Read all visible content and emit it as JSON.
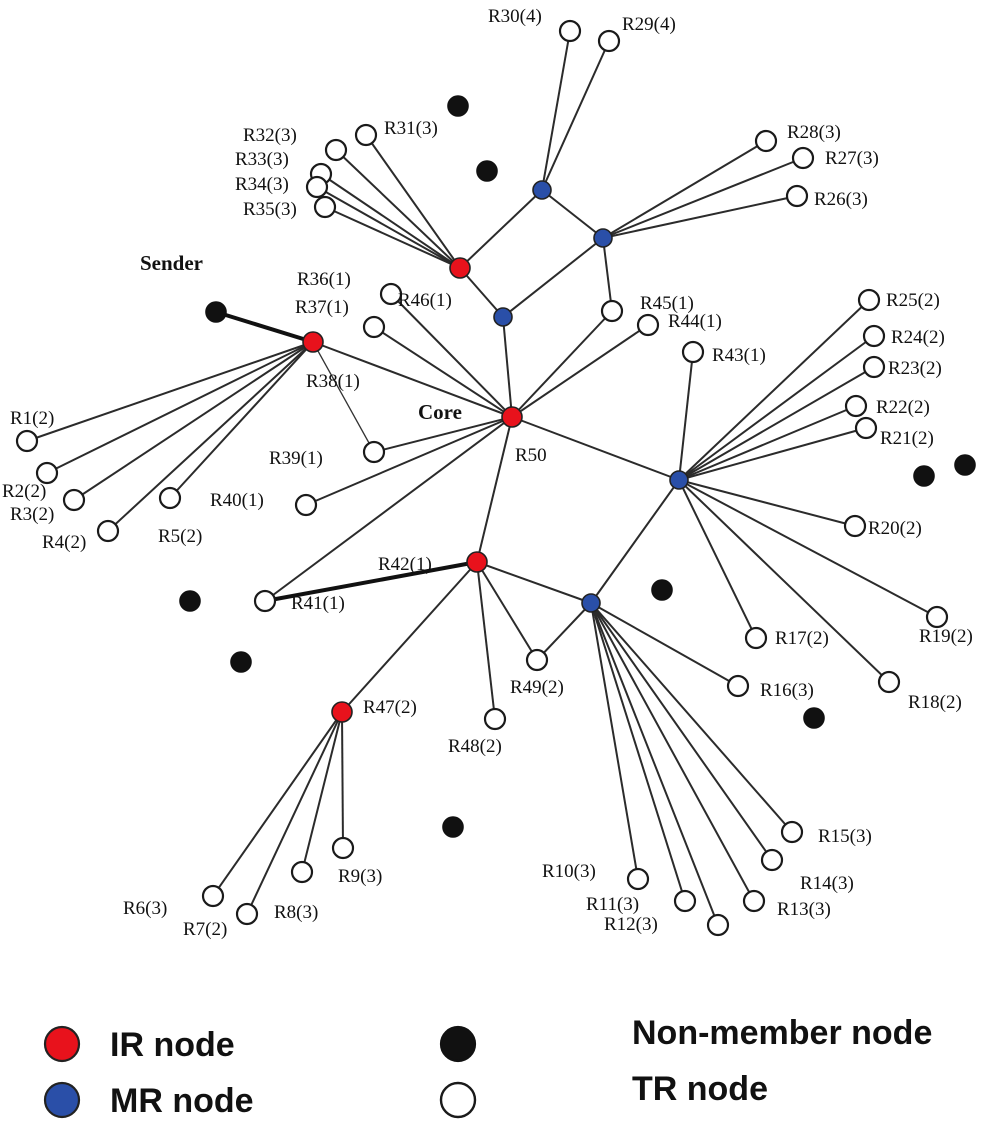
{
  "diagram": {
    "node_types": {
      "IR": {
        "fill": "#e8121c",
        "stroke": "#222222"
      },
      "MR": {
        "fill": "#2a4fa8",
        "stroke": "#222222"
      },
      "NM": {
        "fill": "#111111",
        "stroke": "#111111"
      },
      "TR": {
        "fill": "#ffffff",
        "stroke": "#1a1a1a"
      }
    },
    "nodes": [
      {
        "id": "sender",
        "label": "Sender",
        "type": "NM"
      },
      {
        "id": "core",
        "label": "R50",
        "caption": "Core",
        "type": "IR"
      },
      {
        "id": "ir-r38",
        "label": "",
        "type": "IR"
      },
      {
        "id": "ir-top",
        "label": "",
        "type": "IR"
      },
      {
        "id": "ir-r42",
        "label": "R42(1)",
        "type": "IR"
      },
      {
        "id": "ir-r47",
        "label": "R47(2)",
        "type": "IR"
      },
      {
        "id": "mr-r30",
        "label": "",
        "type": "MR"
      },
      {
        "id": "mr-r26",
        "label": "",
        "type": "MR"
      },
      {
        "id": "mr-r46",
        "label": "",
        "type": "MR"
      },
      {
        "id": "mr-r21",
        "label": "",
        "type": "MR"
      },
      {
        "id": "mr-r49",
        "label": "",
        "type": "MR"
      },
      {
        "id": "R1",
        "label": "R1(2)",
        "type": "TR"
      },
      {
        "id": "R2",
        "label": "R2(2)",
        "type": "TR"
      },
      {
        "id": "R3",
        "label": "R3(2)",
        "type": "TR"
      },
      {
        "id": "R4",
        "label": "R4(2)",
        "type": "TR"
      },
      {
        "id": "R5",
        "label": "R5(2)",
        "type": "TR"
      },
      {
        "id": "R6",
        "label": "R6(3)",
        "type": "TR"
      },
      {
        "id": "R7",
        "label": "R7(2)",
        "type": "TR"
      },
      {
        "id": "R8",
        "label": "R8(3)",
        "type": "TR"
      },
      {
        "id": "R9",
        "label": "R9(3)",
        "type": "TR"
      },
      {
        "id": "R10",
        "label": "R10(3)",
        "type": "TR"
      },
      {
        "id": "R11",
        "label": "R11(3)",
        "type": "TR"
      },
      {
        "id": "R12",
        "label": "R12(3)",
        "type": "TR"
      },
      {
        "id": "R13",
        "label": "R13(3)",
        "type": "TR"
      },
      {
        "id": "R14",
        "label": "R14(3)",
        "type": "TR"
      },
      {
        "id": "R15",
        "label": "R15(3)",
        "type": "TR"
      },
      {
        "id": "R16",
        "label": "R16(3)",
        "type": "TR"
      },
      {
        "id": "R17",
        "label": "R17(2)",
        "type": "TR"
      },
      {
        "id": "R18",
        "label": "R18(2)",
        "type": "TR"
      },
      {
        "id": "R19",
        "label": "R19(2)",
        "type": "TR"
      },
      {
        "id": "R20",
        "label": "R20(2)",
        "type": "TR"
      },
      {
        "id": "R21",
        "label": "R21(2)",
        "type": "TR"
      },
      {
        "id": "R22",
        "label": "R22(2)",
        "type": "TR"
      },
      {
        "id": "R23",
        "label": "R23(2)",
        "type": "TR"
      },
      {
        "id": "R24",
        "label": "R24(2)",
        "type": "TR"
      },
      {
        "id": "R25",
        "label": "R25(2)",
        "type": "TR"
      },
      {
        "id": "R26",
        "label": "R26(3)",
        "type": "TR"
      },
      {
        "id": "R27",
        "label": "R27(3)",
        "type": "TR"
      },
      {
        "id": "R28",
        "label": "R28(3)",
        "type": "TR"
      },
      {
        "id": "R29",
        "label": "R29(4)",
        "type": "TR"
      },
      {
        "id": "R30",
        "label": "R30(4)",
        "type": "TR"
      },
      {
        "id": "R31",
        "label": "R31(3)",
        "type": "TR"
      },
      {
        "id": "R32",
        "label": "R32(3)",
        "type": "TR"
      },
      {
        "id": "R33",
        "label": "R33(3)",
        "type": "TR"
      },
      {
        "id": "R34",
        "label": "R34(3)",
        "type": "TR"
      },
      {
        "id": "R35",
        "label": "R35(3)",
        "type": "TR"
      },
      {
        "id": "R36",
        "label": "R36(1)",
        "type": "TR"
      },
      {
        "id": "R37",
        "label": "R37(1)",
        "type": "TR"
      },
      {
        "id": "R38",
        "label": "R38(1)",
        "type": "TR"
      },
      {
        "id": "R39",
        "label": "R39(1)",
        "type": "TR"
      },
      {
        "id": "R40",
        "label": "R40(1)",
        "type": "TR"
      },
      {
        "id": "R41",
        "label": "R41(1)",
        "type": "TR"
      },
      {
        "id": "R43",
        "label": "R43(1)",
        "type": "TR"
      },
      {
        "id": "R44",
        "label": "R44(1)",
        "type": "TR"
      },
      {
        "id": "R45",
        "label": "R45(1)",
        "type": "TR"
      },
      {
        "id": "R46",
        "label": "R46(1)",
        "type": "TR"
      },
      {
        "id": "R48",
        "label": "R48(2)",
        "type": "TR"
      },
      {
        "id": "R49",
        "label": "R49(2)",
        "type": "TR"
      },
      {
        "id": "nm1",
        "label": "",
        "type": "NM"
      },
      {
        "id": "nm2",
        "label": "",
        "type": "NM"
      },
      {
        "id": "nm3",
        "label": "",
        "type": "NM"
      },
      {
        "id": "nm4",
        "label": "",
        "type": "NM"
      },
      {
        "id": "nm5",
        "label": "",
        "type": "NM"
      },
      {
        "id": "nm6",
        "label": "",
        "type": "NM"
      },
      {
        "id": "nm7",
        "label": "",
        "type": "NM"
      },
      {
        "id": "nm8",
        "label": "",
        "type": "NM"
      },
      {
        "id": "nm9",
        "label": "",
        "type": "NM"
      },
      {
        "id": "nm10",
        "label": "",
        "type": "NM"
      }
    ],
    "edges": [
      [
        "sender",
        "ir-r38"
      ],
      [
        "ir-r38",
        "core"
      ],
      [
        "ir-r38",
        "R1"
      ],
      [
        "ir-r38",
        "R2"
      ],
      [
        "ir-r38",
        "R3"
      ],
      [
        "ir-r38",
        "R4"
      ],
      [
        "ir-r38",
        "R5"
      ],
      [
        "ir-r38",
        "R39"
      ],
      [
        "core",
        "R36"
      ],
      [
        "core",
        "R37"
      ],
      [
        "core",
        "R39"
      ],
      [
        "core",
        "R40"
      ],
      [
        "core",
        "R41"
      ],
      [
        "core",
        "R45"
      ],
      [
        "core",
        "R44"
      ],
      [
        "core",
        "mr-r21"
      ],
      [
        "core",
        "ir-r42"
      ],
      [
        "core",
        "mr-r46"
      ],
      [
        "mr-r46",
        "ir-top"
      ],
      [
        "mr-r46",
        "mr-r26"
      ],
      [
        "ir-top",
        "R31"
      ],
      [
        "ir-top",
        "R32"
      ],
      [
        "ir-top",
        "R33"
      ],
      [
        "ir-top",
        "R34"
      ],
      [
        "ir-top",
        "R35"
      ],
      [
        "ir-top",
        "mr-r30"
      ],
      [
        "mr-r30",
        "R30"
      ],
      [
        "mr-r30",
        "R29"
      ],
      [
        "mr-r30",
        "mr-r26"
      ],
      [
        "mr-r26",
        "R28"
      ],
      [
        "mr-r26",
        "R27"
      ],
      [
        "mr-r26",
        "R26"
      ],
      [
        "mr-r26",
        "R45"
      ],
      [
        "mr-r21",
        "R43"
      ],
      [
        "mr-r21",
        "R25"
      ],
      [
        "mr-r21",
        "R24"
      ],
      [
        "mr-r21",
        "R23"
      ],
      [
        "mr-r21",
        "R22"
      ],
      [
        "mr-r21",
        "R21"
      ],
      [
        "mr-r21",
        "R20"
      ],
      [
        "mr-r21",
        "R19"
      ],
      [
        "mr-r21",
        "R18"
      ],
      [
        "mr-r21",
        "R17"
      ],
      [
        "mr-r21",
        "mr-r49"
      ],
      [
        "ir-r42",
        "R41"
      ],
      [
        "ir-r42",
        "ir-r47"
      ],
      [
        "ir-r42",
        "R47"
      ],
      [
        "ir-r42",
        "R48"
      ],
      [
        "ir-r42",
        "R49"
      ],
      [
        "ir-r42",
        "mr-r49"
      ],
      [
        "mr-r49",
        "R49"
      ],
      [
        "mr-r49",
        "R10"
      ],
      [
        "mr-r49",
        "R11"
      ],
      [
        "mr-r49",
        "R12"
      ],
      [
        "mr-r49",
        "R13"
      ],
      [
        "mr-r49",
        "R14"
      ],
      [
        "mr-r49",
        "R15"
      ],
      [
        "mr-r49",
        "R16"
      ],
      [
        "ir-r47",
        "R6"
      ],
      [
        "ir-r47",
        "R7"
      ],
      [
        "ir-r47",
        "R8"
      ],
      [
        "ir-r47",
        "R9"
      ]
    ]
  },
  "legend": {
    "items": [
      {
        "key": "ir",
        "label": "IR node",
        "type": "IR"
      },
      {
        "key": "mr",
        "label": "MR node",
        "type": "MR"
      },
      {
        "key": "nm",
        "label": "Non-member node",
        "type": "NM"
      },
      {
        "key": "tr",
        "label": "TR node",
        "type": "TR"
      }
    ]
  }
}
